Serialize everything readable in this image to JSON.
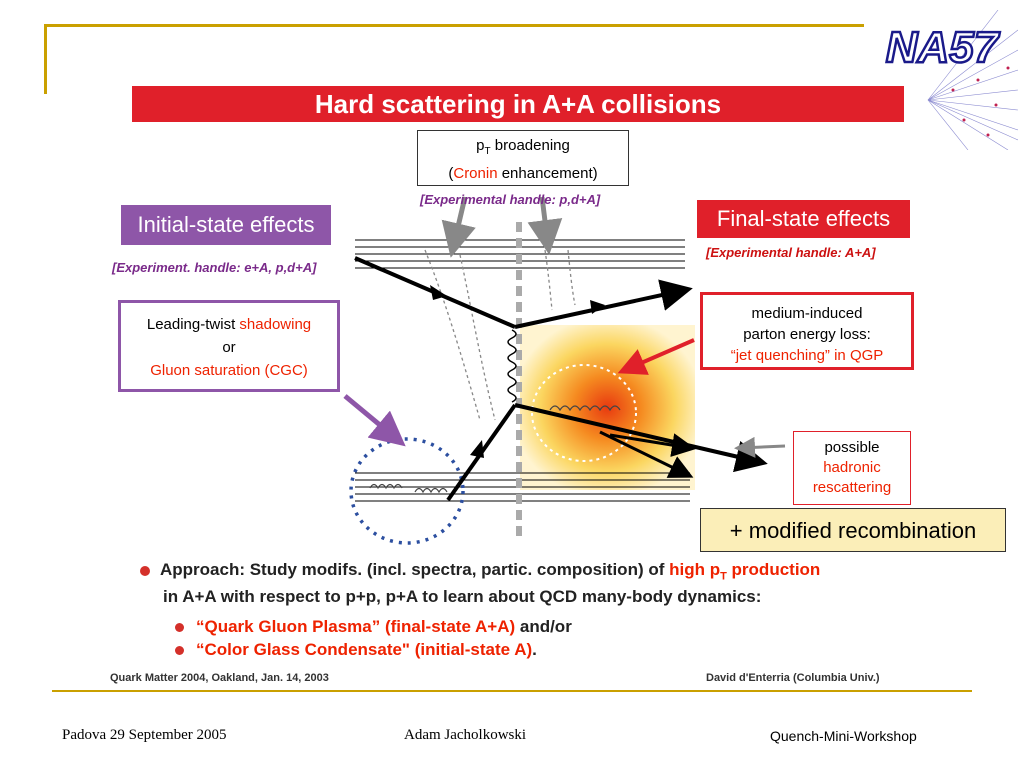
{
  "title": "Hard scattering in A+A collisions",
  "logo_text": "NA57",
  "pt_box": {
    "line1_prefix": "p",
    "line1_sub": "T",
    "line1_suffix": " broadening",
    "line2_open": "(",
    "line2_red": "Cronin",
    "line2_rest": " enhancement)"
  },
  "handle_pd": "[Experimental handle: p,d+A]",
  "initial_state": "Initial-state effects",
  "handle_initial": "[Experiment. handle: e+A, p,d+A]",
  "final_state": "Final-state effects",
  "handle_final": "[Experimental handle: A+A]",
  "lt_box": {
    "l1_black": "Leading-twist ",
    "l1_red": "shadowing",
    "l2": "or",
    "l3_red": "Gluon saturation (CGC)"
  },
  "mi_box": {
    "l1": "medium-induced",
    "l2": "parton energy loss:",
    "l3_red": "“jet quenching” in QGP"
  },
  "pr_box": {
    "l1": "possible",
    "l2_red": "hadronic",
    "l3_red": "rescattering"
  },
  "mod_box": "+ modified recombination",
  "approach": {
    "l1_a": "Approach: Study modifs. (incl. spectra, partic. composition) of ",
    "l1_red_a": "high p",
    "l1_red_sub": "T",
    "l1_red_b": " production",
    "l2": "in A+A with respect to p+p, p+A to learn about QCD many-body dynamics:",
    "s1_red": "“Quark Gluon Plasma” (final-state A+A)",
    "s1_black": " and/or",
    "s2_red": "“Color Glass Condensate\" (initial-state A)",
    "s2_black": "."
  },
  "credit_left": "Quark Matter 2004, Oakland, Jan. 14, 2003",
  "credit_right": "David d'Enterria (Columbia Univ.)",
  "footer": {
    "left": "Padova 29 September 2005",
    "center": "Adam Jacholkowski",
    "right": "Quench-Mini-Workshop"
  },
  "colors": {
    "accent_red": "#e0202a",
    "purple": "#8e56a8",
    "gold": "#caa000",
    "mod_bg": "#fbeeb8"
  }
}
